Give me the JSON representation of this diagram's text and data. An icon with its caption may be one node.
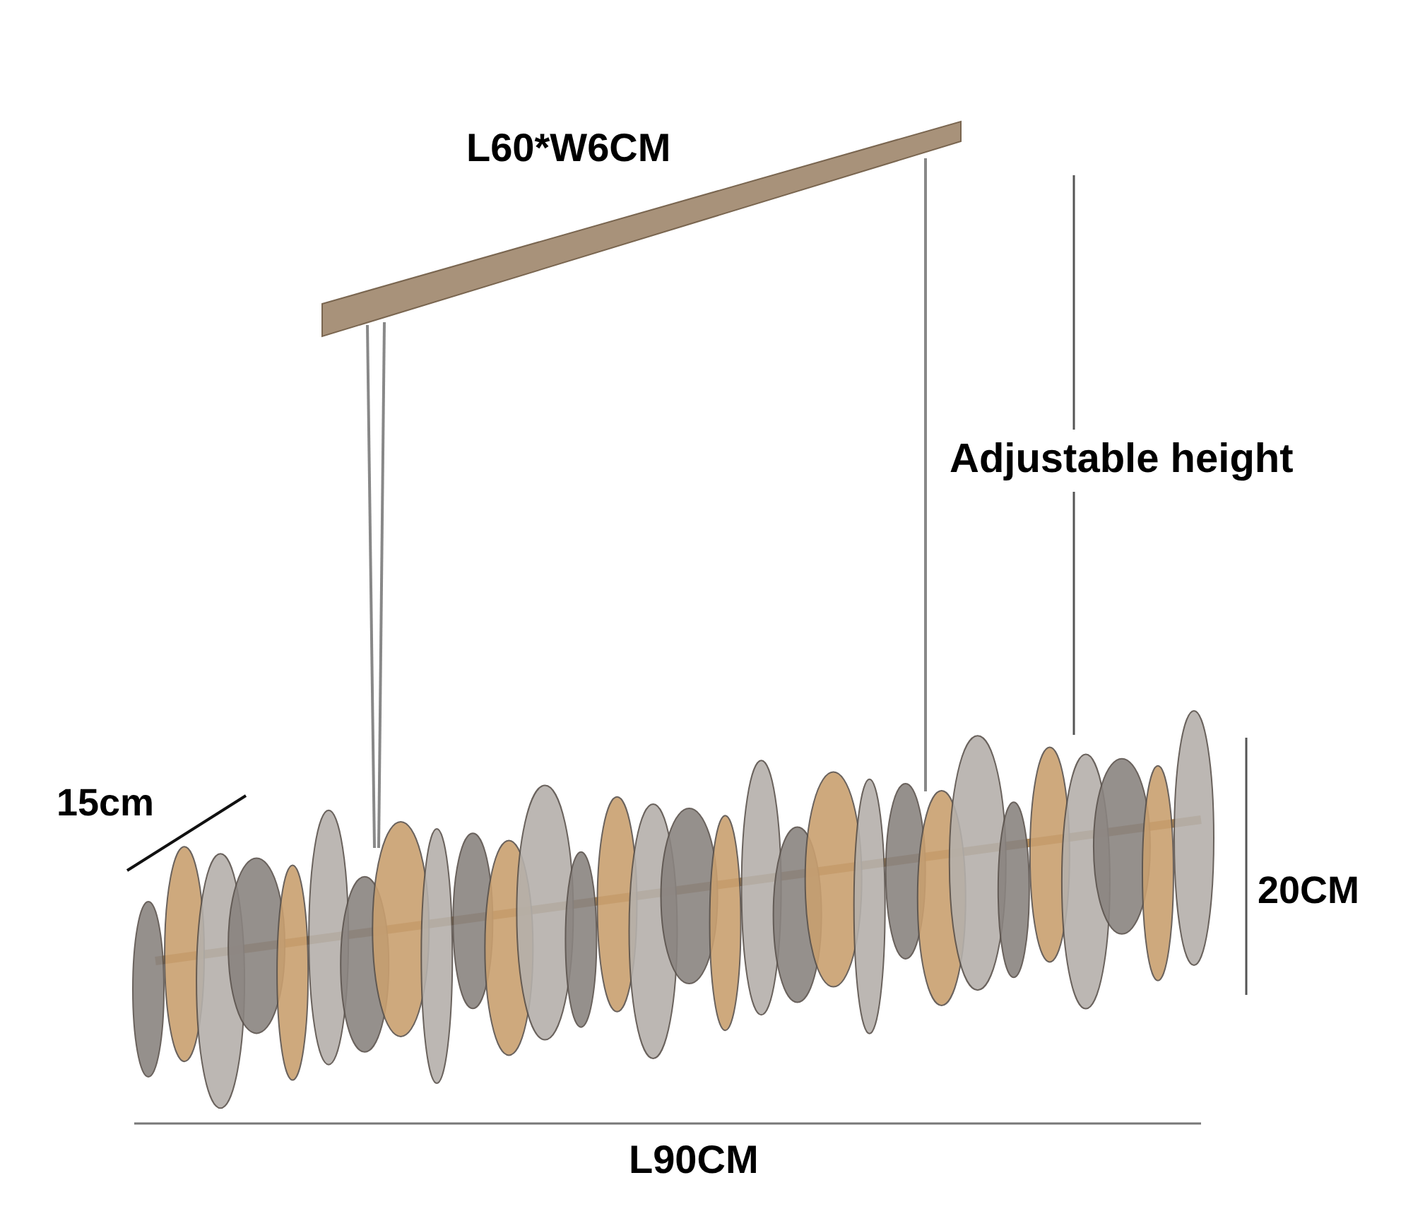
{
  "diagram": {
    "labels": [
      "L60*W6CM",
      "Adjustable height",
      "15cm",
      "20CM",
      "L90CM"
    ]
  }
}
